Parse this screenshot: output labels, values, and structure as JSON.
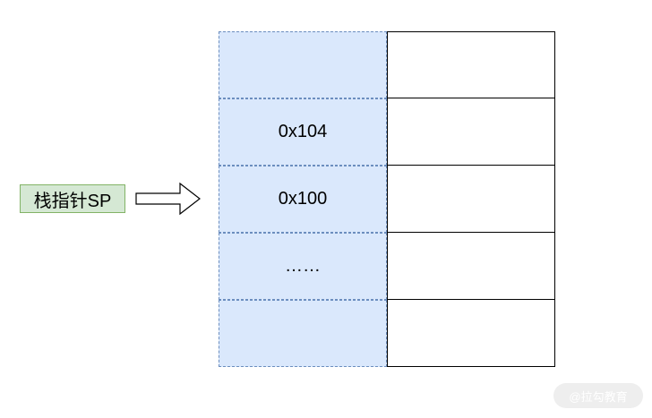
{
  "pointer": {
    "label": "栈指针SP"
  },
  "stack": {
    "rows": [
      {
        "address": "",
        "value": ""
      },
      {
        "address": "0x104",
        "value": ""
      },
      {
        "address": "0x100",
        "value": ""
      },
      {
        "address": "……",
        "value": ""
      },
      {
        "address": "",
        "value": ""
      }
    ]
  },
  "colors": {
    "address_fill": "#dae8fc",
    "address_border": "#6c8ebf",
    "label_fill": "#d5e8d4",
    "label_border": "#82b366",
    "value_border": "#000000"
  },
  "icons": {
    "pointer_arrow": "hollow-right-arrow-icon"
  },
  "watermark": {
    "text": "@拉勾教育"
  }
}
